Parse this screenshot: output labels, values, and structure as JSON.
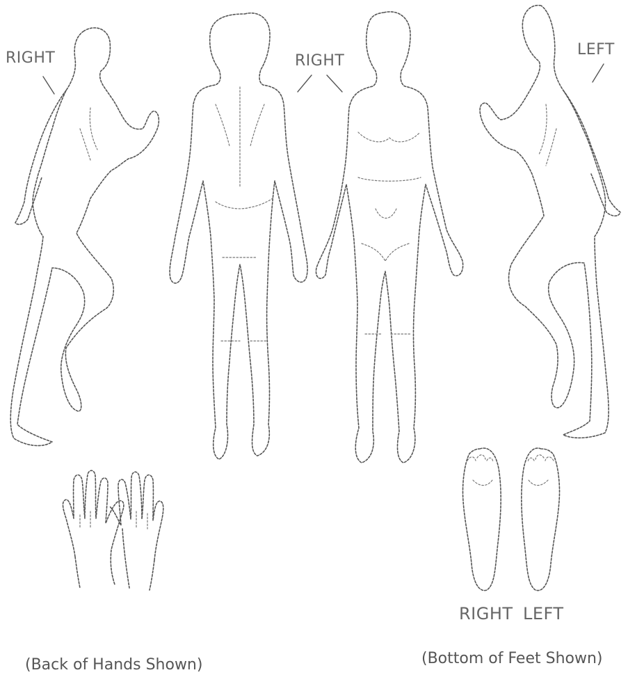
{
  "labels": {
    "right_side_figure": "RIGHT",
    "right_front_back": "RIGHT",
    "left_side_figure": "LEFT",
    "feet_right": "RIGHT",
    "feet_left": "LEFT"
  },
  "captions": {
    "hands": "(Back of Hands Shown)",
    "feet": "(Bottom of Feet Shown)"
  }
}
